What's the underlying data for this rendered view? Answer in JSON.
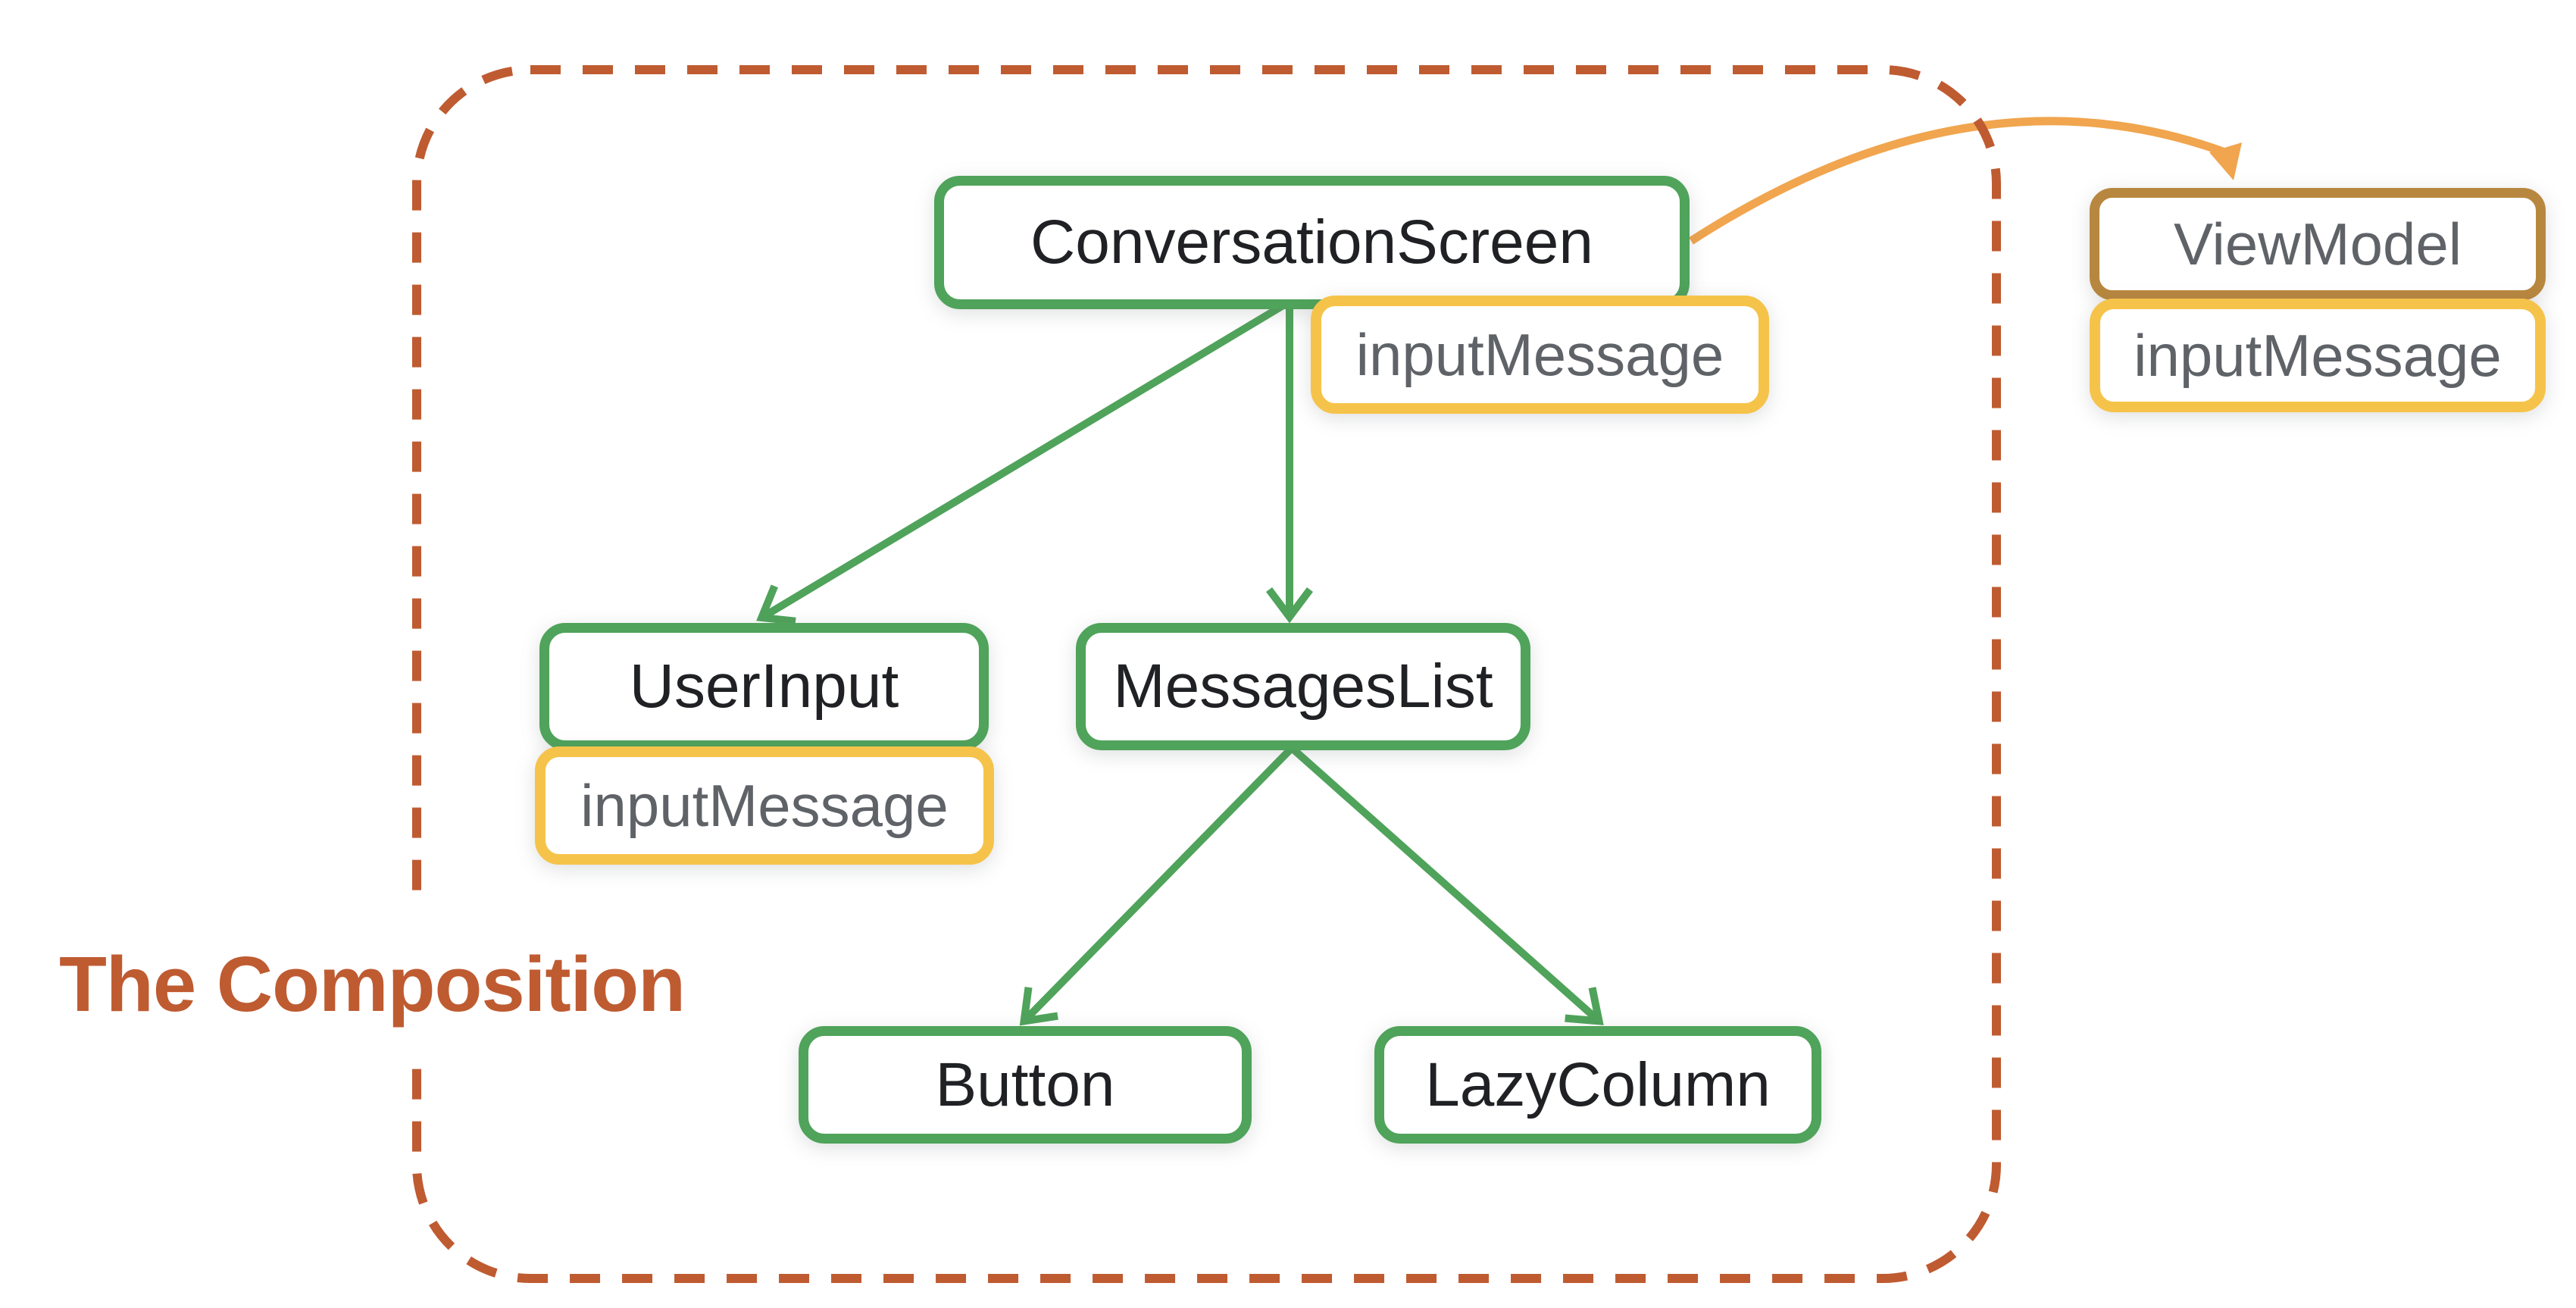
{
  "colors": {
    "background": "#FFFFFF",
    "composable_green": "#4FA35A",
    "state_yellow": "#F6C34A",
    "viewmodel_brown": "#B8873F",
    "arrow_orange": "#F0A54E",
    "boundary_brick": "#BF5B31",
    "node_text": "#202124",
    "state_text": "#5F6368"
  },
  "diagram": {
    "title": "The Composition",
    "nodes": {
      "conversation_screen": {
        "label": "ConversationScreen"
      },
      "user_input": {
        "label": "UserInput"
      },
      "messages_list": {
        "label": "MessagesList"
      },
      "button": {
        "label": "Button"
      },
      "lazy_column": {
        "label": "LazyColumn"
      },
      "view_model": {
        "label": "ViewModel"
      }
    },
    "states": {
      "conversation_screen_state": {
        "label": "inputMessage"
      },
      "user_input_state": {
        "label": "inputMessage"
      },
      "view_model_state": {
        "label": "inputMessage"
      }
    },
    "edges": [
      {
        "from": "ConversationScreen",
        "to": "UserInput"
      },
      {
        "from": "ConversationScreen",
        "to": "MessagesList"
      },
      {
        "from": "MessagesList",
        "to": "Button"
      },
      {
        "from": "MessagesList",
        "to": "LazyColumn"
      },
      {
        "from": "ConversationScreen",
        "to": "ViewModel"
      }
    ]
  }
}
